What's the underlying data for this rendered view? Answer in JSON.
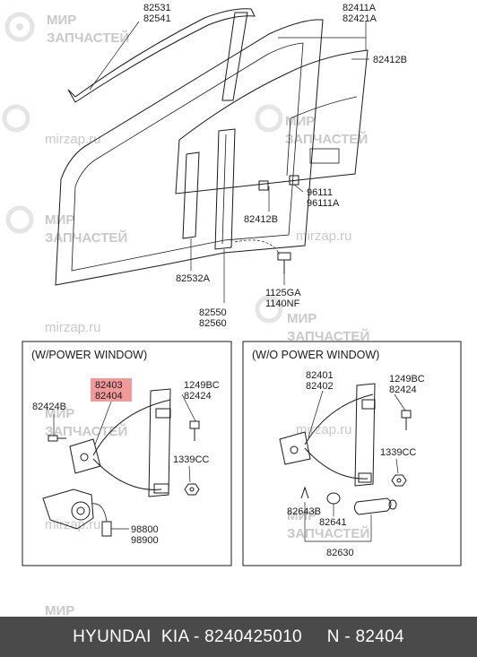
{
  "watermark": {
    "brand_line1": "МИР",
    "brand_line2": "ЗАПЧАСТЕЙ",
    "site": "mirzap.ru"
  },
  "parts": {
    "run_channel": [
      "82531",
      "82541"
    ],
    "glass": [
      "82411A",
      "82421A"
    ],
    "glass_clip_top": "82412B",
    "glass_clip_bottom": "82412B",
    "bracket": [
      "96111",
      "96111A"
    ],
    "lower_channel": "82532A",
    "rail": [
      "82550",
      "82560"
    ],
    "bolt": [
      "1125GA",
      "1140NF"
    ]
  },
  "power_window": {
    "title": "(W/POWER WINDOW)",
    "regulator": [
      "82403",
      "82404"
    ],
    "bolt": [
      "1249BC",
      "82424"
    ],
    "screw": "82424B",
    "nut": "1339CC",
    "motor": [
      "98800",
      "98900"
    ]
  },
  "manual_window": {
    "title": "(W/O POWER WINDOW)",
    "regulator": [
      "82401",
      "82402"
    ],
    "bolt": [
      "1249BC",
      "82424"
    ],
    "nut": "1339CC",
    "clip": "82643B",
    "knob": "82641",
    "handle": "82630"
  },
  "footer": {
    "text": "HYUNDAI  KIA - 8240425010     N - 82404"
  },
  "colors": {
    "highlight": "#f29a9a",
    "footer_bg": "#4a4a4a",
    "watermark": "#c9c9c9"
  }
}
